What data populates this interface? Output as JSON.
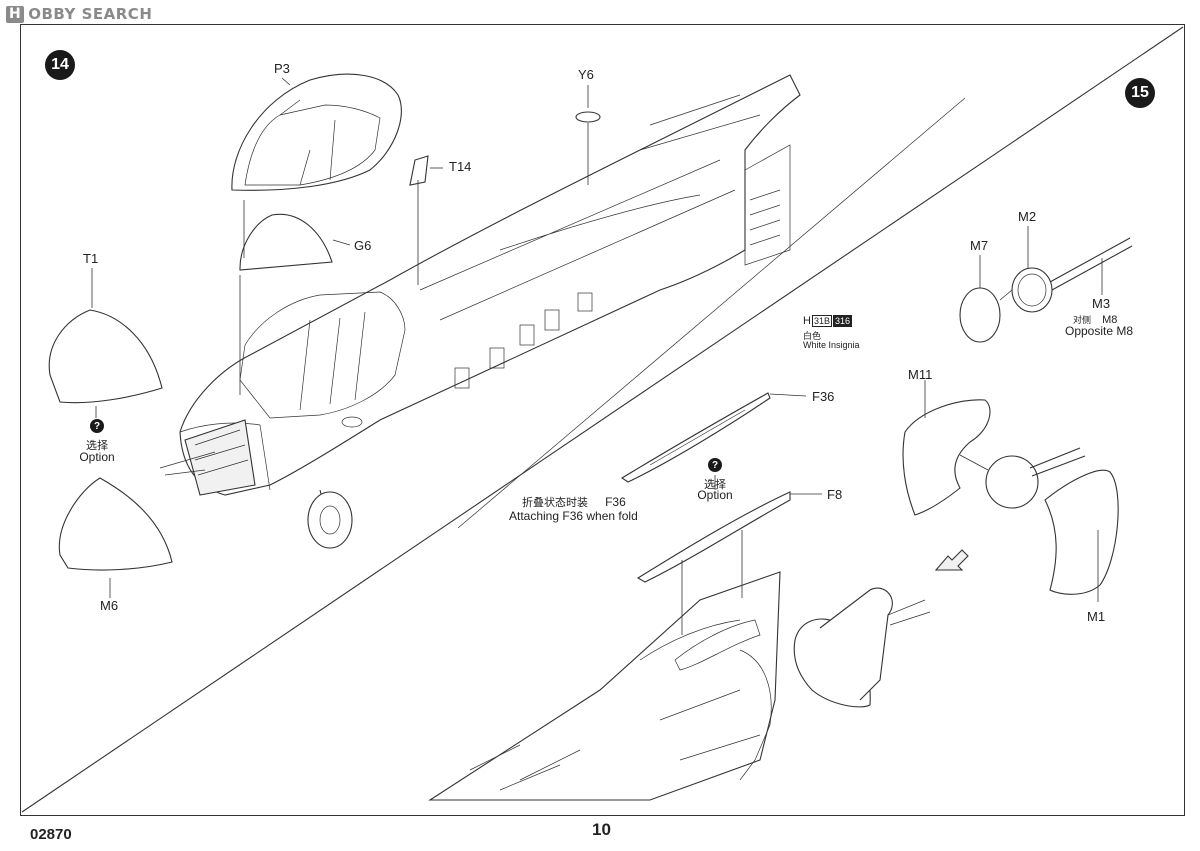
{
  "watermark": {
    "badge": "H",
    "brand": "OBBY SEARCH"
  },
  "steps": {
    "left": "14",
    "right": "15"
  },
  "parts": {
    "p3": "P3",
    "y6": "Y6",
    "t14": "T14",
    "g6": "G6",
    "t1": "T1",
    "m6": "M6",
    "m7": "M7",
    "m2": "M2",
    "m3": "M3",
    "m8": "M8",
    "f36": "F36",
    "f8": "F8",
    "m11": "M11",
    "m1": "M1"
  },
  "option_left": {
    "icon": "?",
    "cn": "选择",
    "en": "Option"
  },
  "option_mid": {
    "icon": "?",
    "cn": "选择",
    "en": "Option"
  },
  "insignia": {
    "letter": "H",
    "code1": "31B",
    "code2": "316",
    "cn": "白色",
    "en": "White Insignia"
  },
  "fold_note": {
    "cn": "折叠状态时装",
    "part": "F36",
    "en": "Attaching F36 when fold"
  },
  "opposite_note": {
    "cn": "对侧",
    "part": "M8",
    "en": "Opposite M8"
  },
  "footer": {
    "code": "02870",
    "page": "10"
  }
}
